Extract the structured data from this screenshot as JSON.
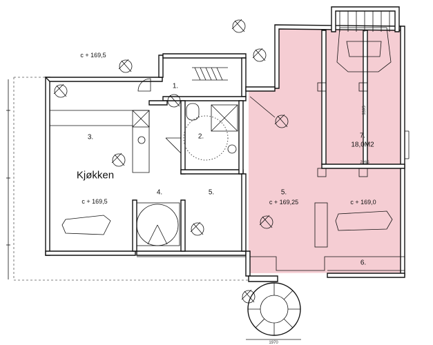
{
  "colors": {
    "highlight": "#f5cdd3",
    "wall": "#111111",
    "background": "#ffffff"
  },
  "labels": {
    "level_top": "c + 169,5",
    "room_1": "1.",
    "room_2": "2.",
    "room_3": "3.",
    "kitchen": "Kjøkken",
    "level_kitchen": "c + 169,5",
    "room_4": "4.",
    "room_5_left": "5.",
    "room_5_pink": "5.",
    "level_5": "c + 169,25",
    "room_7": "7.",
    "room_7_area": "18,0M2",
    "level_right": "c + 169,0",
    "room_6": "6.",
    "dim_vertical": "3395",
    "dim_horizontal": "2265",
    "dim_bottom": "1970"
  },
  "icons": [
    "wheelchair-icon",
    "toilet-icon",
    "washbasin-icon",
    "shower-drain-icon",
    "bed-icon",
    "cabinet-icon"
  ]
}
